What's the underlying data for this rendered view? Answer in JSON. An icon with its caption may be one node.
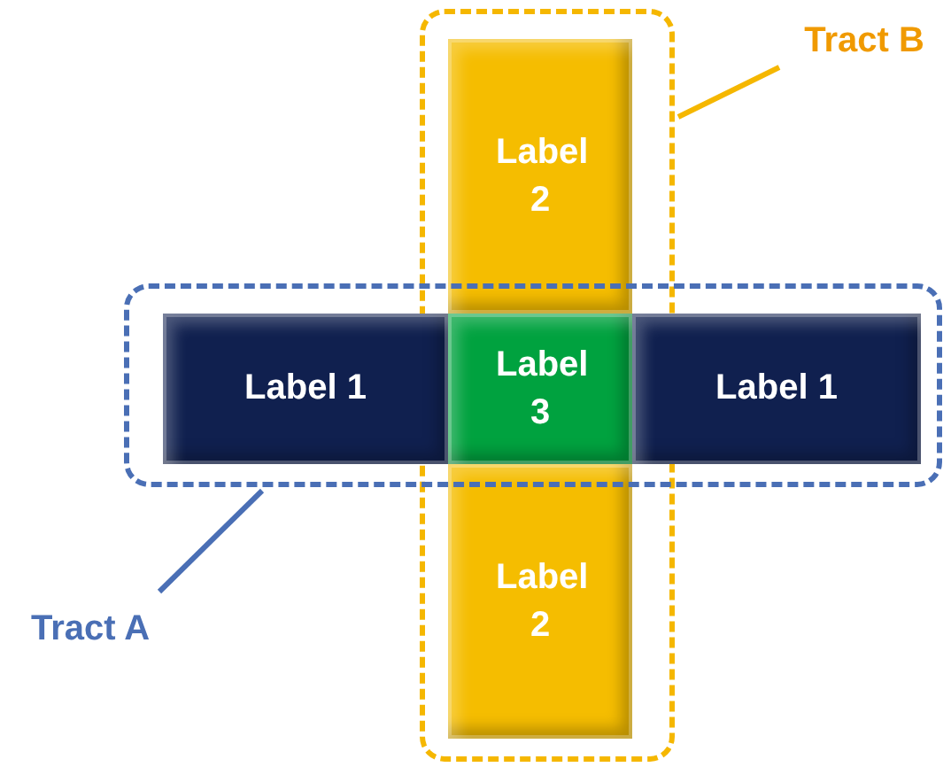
{
  "diagram": {
    "nodes": [
      {
        "text": [
          "Tract B"
        ]
      },
      {
        "text": [
          "Label 2"
        ],
        "in": 7
      },
      {
        "text": [
          "Label 1"
        ],
        "in": 8
      },
      {
        "text": [
          "Label 3"
        ]
      },
      {
        "text": [
          "Label 1"
        ],
        "in": 8
      },
      {
        "text": [
          "Label 2"
        ],
        "in": 7
      },
      {
        "text": [
          "Tract A"
        ]
      },
      {
        "text": [],
        "shape": "box"
      },
      {
        "text": [],
        "shape": "box"
      }
    ],
    "edges": [
      {
        "from": 0,
        "to": 7,
        "arrow": "none",
        "color": "#f5b700"
      },
      {
        "from": 6,
        "to": 8,
        "arrow": "none",
        "color": "#4a6fb5"
      }
    ]
  }
}
